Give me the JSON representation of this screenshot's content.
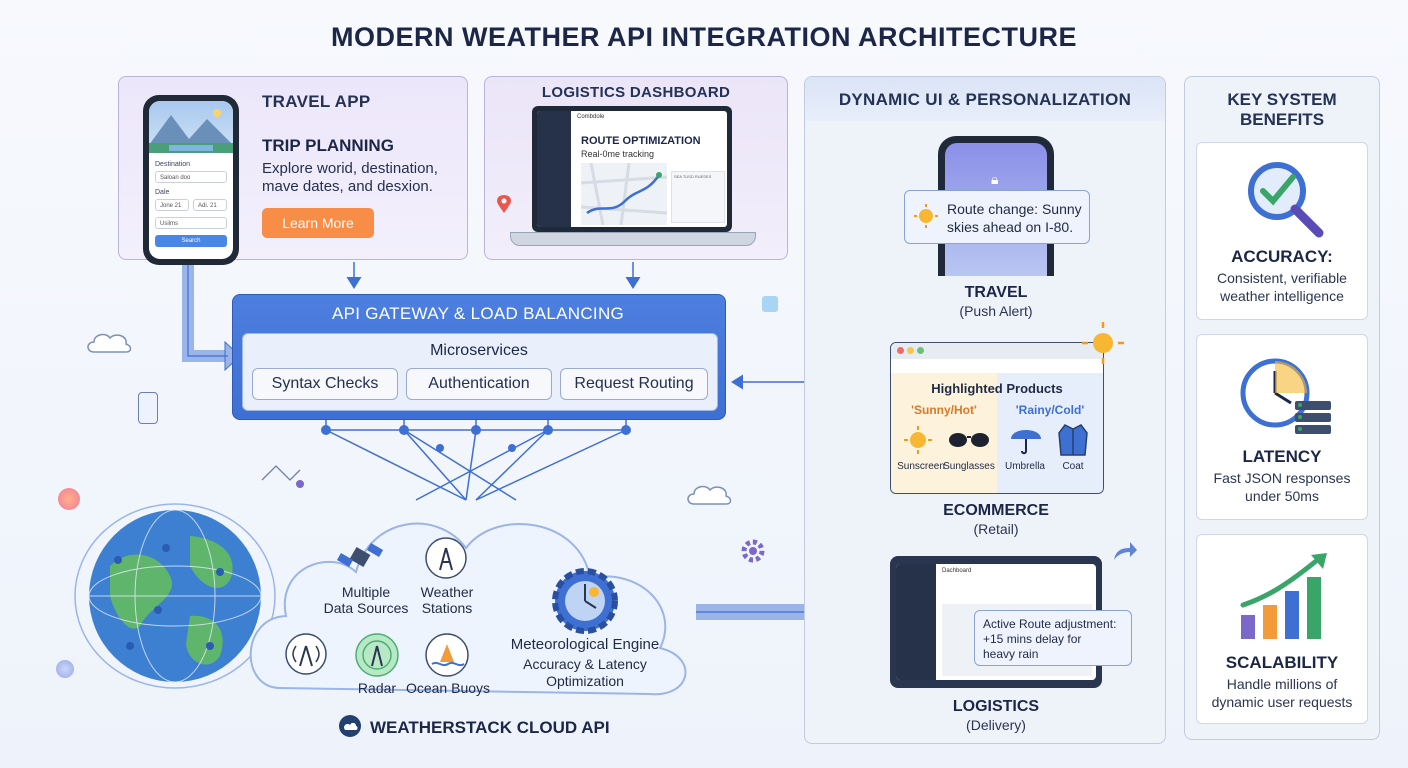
{
  "title": "MODERN WEATHER API INTEGRATION ARCHITECTURE",
  "travel_app": {
    "header": "TRAVEL APP",
    "subheader": "TRIP PLANNING",
    "desc_line1": "Explore worid, destination,",
    "desc_line2": "mave dates, and desxion.",
    "button": "Learn More",
    "phone": {
      "destination_label": "Destination",
      "destination_value": "Saloan doo",
      "date_label": "Dale",
      "date1": "Jone 21",
      "date2": "Adi. 21",
      "select_value": "Usilms",
      "search_button": "Search"
    }
  },
  "logistics_dashboard": {
    "header": "LOGISTICS DASHBOARD",
    "screen_brand": "Combdole",
    "screen_title": "ROUTE OPTIMIZATION",
    "screen_sub": "Real-0me tracking",
    "list_head": "SEA TUSD RUESES"
  },
  "gateway": {
    "title": "API GATEWAY & LOAD BALANCING",
    "microservices_label": "Microservices",
    "services": [
      "Syntax Checks",
      "Authentication",
      "Request Routing"
    ]
  },
  "cloud": {
    "sources": [
      "Multiple",
      "Data Sources"
    ],
    "weather_stations": [
      "Weather",
      "Stations"
    ],
    "radar": "Radar",
    "ocean_buoys": "Ocean Buoys",
    "engine_title": "Meteorological Engine",
    "engine_sub1": "Accuracy & Latency",
    "engine_sub2": "Optimization",
    "brand": "WEATHERSTACK CLOUD API"
  },
  "dynamic_ui": {
    "header": "DYNAMIC UI & PERSONALIZATION",
    "travel": {
      "alert_line1": "Route change: Sunny",
      "alert_line2": "skies ahead on I-80.",
      "title": "TRAVEL",
      "sub": "(Push Alert)"
    },
    "ecommerce": {
      "panel_title": "Highlighted Products",
      "sunny_label": "'Sunny/Hot'",
      "rainy_label": "'Rainy/Cold'",
      "items": [
        "Sunscreen",
        "Sunglasses",
        "Umbrella",
        "Coat"
      ],
      "title": "ECOMMERCE",
      "sub": "(Retail)"
    },
    "logistics": {
      "screen_title": "Dachboard",
      "alert_line1": "Active Route adjustment:",
      "alert_line2": "+15 mins delay for",
      "alert_line3": "heavy rain",
      "title": "LOGISTICS",
      "sub": "(Delivery)"
    }
  },
  "benefits": {
    "header_line1": "KEY SYSTEM",
    "header_line2": "BENEFITS",
    "items": [
      {
        "title": "ACCURACY:",
        "desc1": "Consistent, verifiable",
        "desc2": "weather intelligence",
        "icon": "magnifier-check-icon"
      },
      {
        "title": "LATENCY",
        "desc1": "Fast JSON responses",
        "desc2": "under 50ms",
        "icon": "clock-server-icon"
      },
      {
        "title": "SCALABILITY",
        "desc1": "Handle millions of",
        "desc2": "dynamic user requests",
        "icon": "growth-chart-icon"
      }
    ]
  },
  "colors": {
    "accent_blue": "#3e6fd3",
    "orange_button": "#f78d47",
    "panel_purple": "#ece6fa"
  }
}
